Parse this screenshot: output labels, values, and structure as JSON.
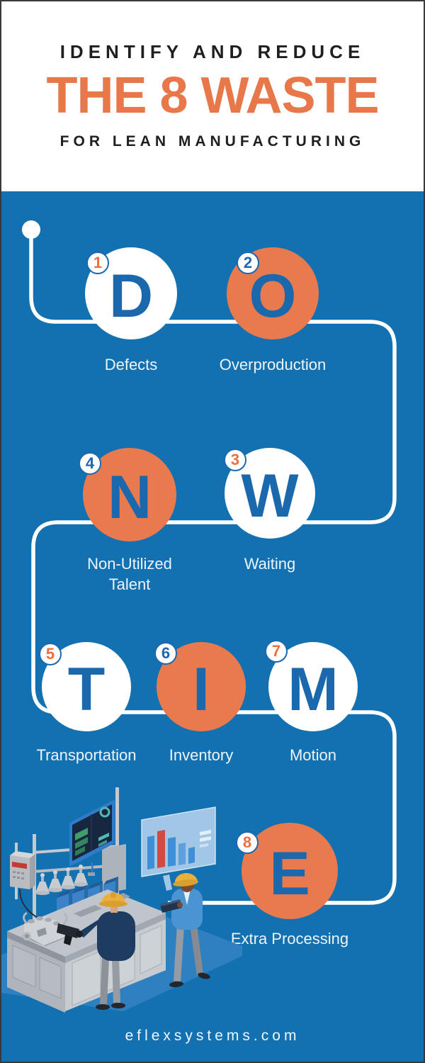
{
  "header": {
    "kicker": "IDENTIFY AND REDUCE",
    "title": "THE 8 WASTE",
    "subtitle": "FOR LEAN MANUFACTURING"
  },
  "wastes": [
    {
      "number": "1",
      "letter": "D",
      "label": "Defects",
      "circle_color": "white",
      "number_color": "orange"
    },
    {
      "number": "2",
      "letter": "O",
      "label": "Overproduction",
      "circle_color": "orange",
      "number_color": "blue"
    },
    {
      "number": "3",
      "letter": "W",
      "label": "Waiting",
      "circle_color": "white",
      "number_color": "orange"
    },
    {
      "number": "4",
      "letter": "N",
      "label": "Non-Utilized Talent",
      "circle_color": "orange",
      "number_color": "blue"
    },
    {
      "number": "5",
      "letter": "T",
      "label": "Transportation",
      "circle_color": "white",
      "number_color": "orange"
    },
    {
      "number": "6",
      "letter": "I",
      "label": "Inventory",
      "circle_color": "orange",
      "number_color": "blue"
    },
    {
      "number": "7",
      "letter": "M",
      "label": "Motion",
      "circle_color": "white",
      "number_color": "orange"
    },
    {
      "number": "8",
      "letter": "E",
      "label": "Extra Processing",
      "circle_color": "orange",
      "number_color": "orange"
    }
  ],
  "footer": {
    "website": "eflexsystems.com"
  },
  "colors": {
    "background_blue": "#1371b1",
    "accent_orange": "#e87a4e",
    "title_orange": "#e8774a",
    "letter_blue": "#1c68ad",
    "number_orange": "#ed6f3f",
    "number_blue": "#1d68ae",
    "path_white": "#ffffff",
    "header_text": "#1f1f1f"
  }
}
